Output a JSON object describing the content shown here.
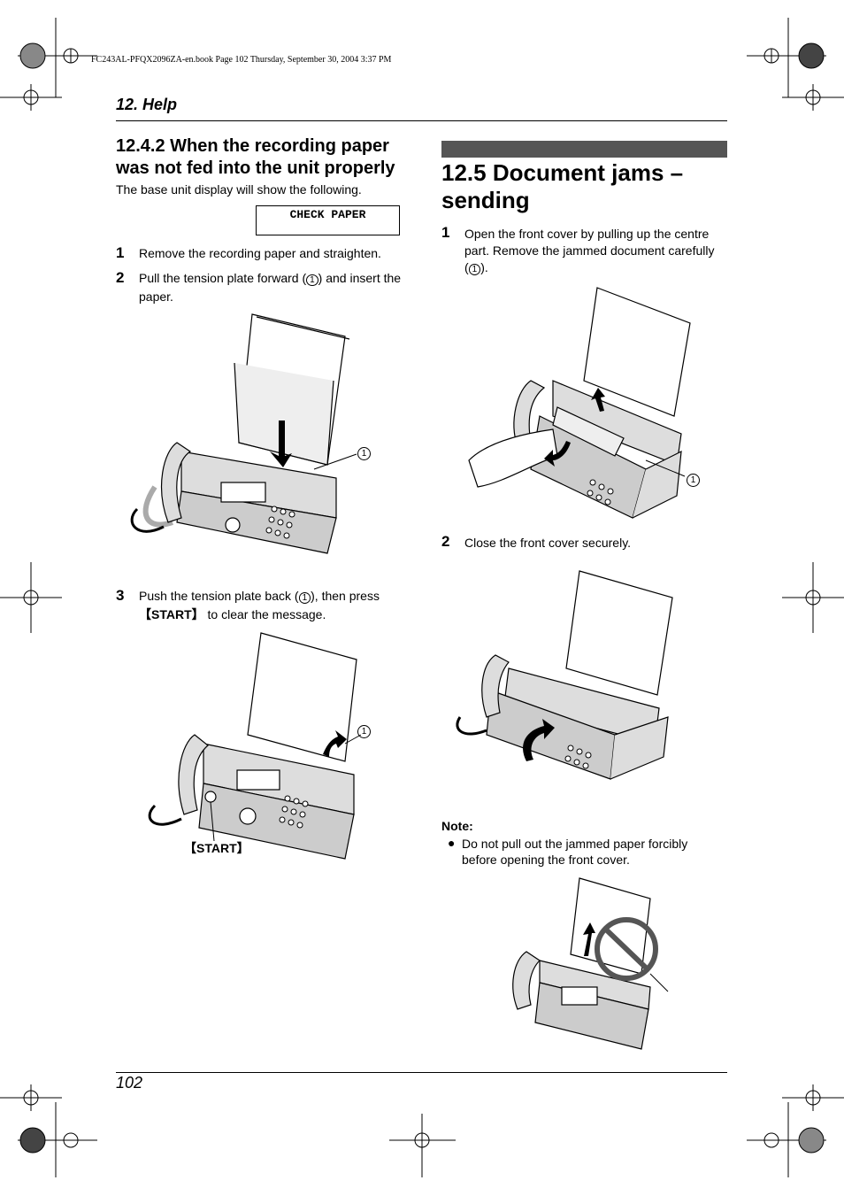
{
  "header": {
    "print_info": "FC243AL-PFQX2096ZA-en.book  Page 102  Thursday, September 30, 2004  3:37 PM",
    "running_title": "12. Help"
  },
  "left": {
    "heading": "12.4.2 When the recording paper was not fed into the unit properly",
    "intro": "The base unit display will show the following.",
    "display_text": "CHECK PAPER",
    "steps": [
      {
        "num": "1",
        "text": "Remove the recording paper and straighten."
      },
      {
        "num": "2",
        "text_before": "Pull the tension plate forward (",
        "callout": "1",
        "text_after": ") and insert the paper."
      },
      {
        "num": "3",
        "text_before": "Push the tension plate back (",
        "callout": "1",
        "text_mid": "), then press",
        "key": "【START】",
        "text_after": " to clear the message."
      }
    ],
    "figure_callout": "1",
    "start_label": "【START】"
  },
  "right": {
    "heading": "12.5 Document jams – sending",
    "steps": [
      {
        "num": "1",
        "text_before": "Open the front cover by pulling up the centre part. Remove the jammed document carefully (",
        "callout": "1",
        "text_after": ")."
      },
      {
        "num": "2",
        "text": "Close the front cover securely."
      }
    ],
    "figure_callout": "1",
    "note_title": "Note:",
    "note_bullet": "●",
    "note_text": "Do not pull out the jammed paper forcibly before opening the front cover."
  },
  "footer": {
    "page_number": "102"
  }
}
